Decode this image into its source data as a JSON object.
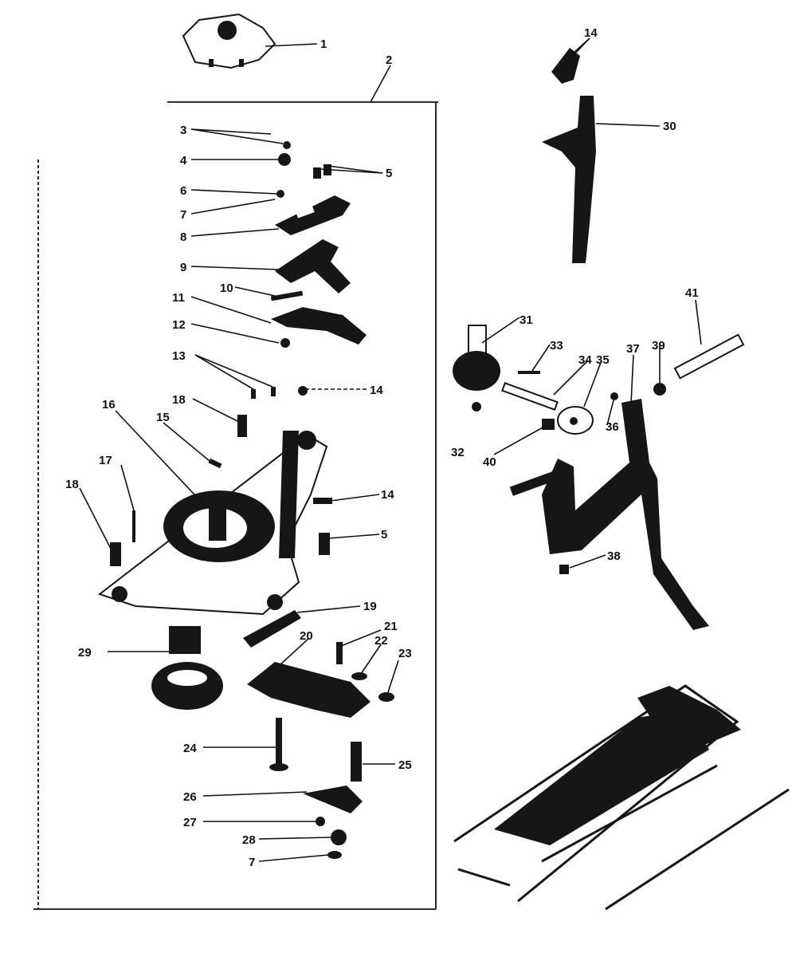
{
  "labels": {
    "l1": "1",
    "l2": "2",
    "l3": "3",
    "l4": "4",
    "l5a": "5",
    "l6": "6",
    "l7a": "7",
    "l8": "8",
    "l9": "9",
    "l10": "10",
    "l11": "11",
    "l12": "12",
    "l13": "13",
    "l14a": "14",
    "l18a": "18",
    "l16": "16",
    "l15": "15",
    "l17": "17",
    "l18b": "18",
    "l14b": "14",
    "l5b": "5",
    "l19": "19",
    "l29": "29",
    "l20": "20",
    "l21": "21",
    "l22": "22",
    "l23": "23",
    "l24": "24",
    "l25": "25",
    "l26": "26",
    "l27": "27",
    "l28": "28",
    "l7b": "7",
    "l14c": "14",
    "l30": "30",
    "l31": "31",
    "l33": "33",
    "l34": "34",
    "l35": "35",
    "l37a": "37",
    "l39": "39",
    "l41": "41",
    "l32": "32",
    "l40": "40",
    "l36": "36",
    "l38": "38"
  }
}
